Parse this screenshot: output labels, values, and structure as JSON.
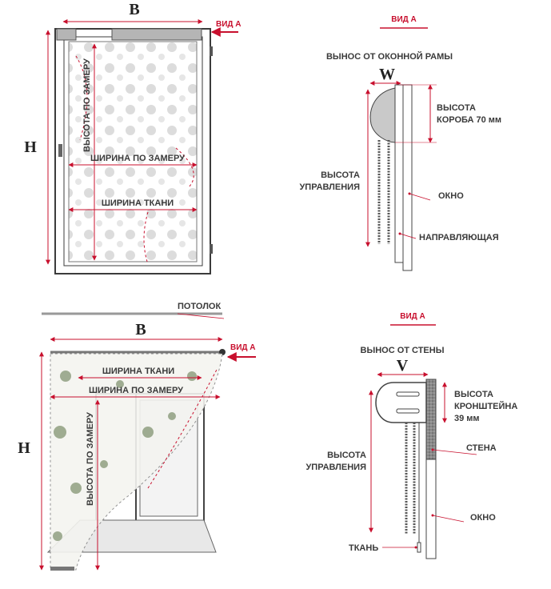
{
  "colors": {
    "accent": "#c8102e",
    "line": "#3b3b3b",
    "text": "#3a3a3a"
  },
  "top_left": {
    "width_letter": "В",
    "height_letter": "H",
    "view_label": "ВИД А",
    "height_measure": "ВЫСОТА ПО ЗАМЕРУ",
    "width_measure": "ШИРИНА ПО ЗАМЕРУ",
    "fabric_width": "ШИРИНА ТКАНИ"
  },
  "top_right": {
    "view_label": "ВИД А",
    "title": "ВЫНОС ОТ ОКОННОЙ РАМЫ",
    "depth_letter": "W",
    "box_height_1": "ВЫСОТА",
    "box_height_2": "КОРОБА 70 мм",
    "control_height_1": "ВЫСОТА",
    "control_height_2": "УПРАВЛЕНИЯ",
    "window": "ОКНО",
    "guide": "НАПРАВЛЯЮЩАЯ"
  },
  "bottom_left": {
    "ceiling": "ПОТОЛОК",
    "width_letter": "В",
    "height_letter": "H",
    "view_label": "ВИД А",
    "fabric_width": "ШИРИНА ТКАНИ",
    "width_measure": "ШИРИНА ПО ЗАМЕРУ",
    "height_measure": "ВЫСОТА ПО ЗАМЕРУ"
  },
  "bottom_right": {
    "view_label": "ВИД А",
    "title": "ВЫНОС ОТ СТЕНЫ",
    "depth_letter": "V",
    "bracket_height_1": "ВЫСОТА",
    "bracket_height_2": "КРОНШТЕЙНА",
    "bracket_height_3": "39 мм",
    "wall": "СТЕНА",
    "control_height_1": "ВЫСОТА",
    "control_height_2": "УПРАВЛЕНИЯ",
    "window": "ОКНО",
    "fabric": "ТКАНЬ"
  }
}
